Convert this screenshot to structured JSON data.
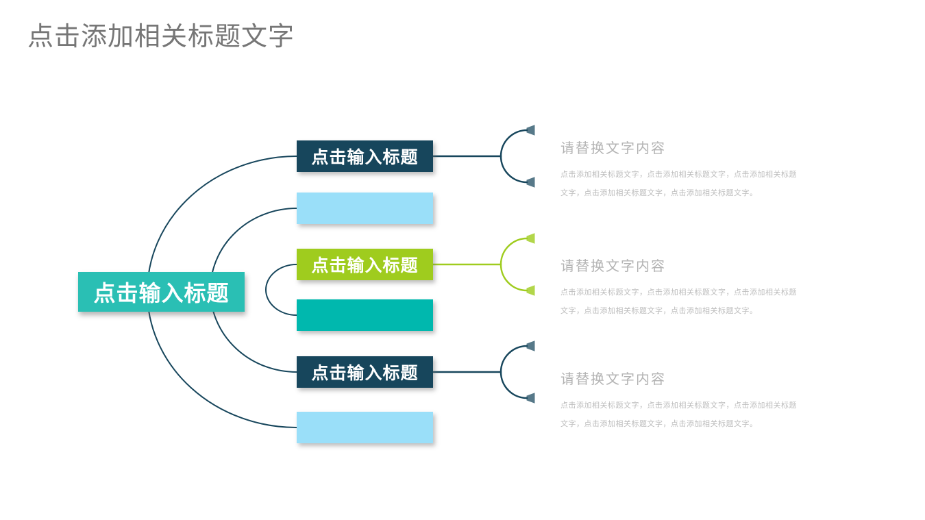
{
  "slide": {
    "title": "点击添加相关标题文字"
  },
  "center_node": {
    "label": "点击输入标题"
  },
  "branch_boxes": [
    {
      "label": "点击输入标题",
      "style": "navy"
    },
    {
      "label": "",
      "style": "lightblue"
    },
    {
      "label": "点击输入标题",
      "style": "green"
    },
    {
      "label": "",
      "style": "teal"
    },
    {
      "label": "点击输入标题",
      "style": "navy"
    },
    {
      "label": "",
      "style": "lightblue"
    }
  ],
  "text_blocks": [
    {
      "heading": "请替换文字内容",
      "body": "点击添加相关标题文字，点击添加相关标题文字，点击添加相关标题文字，点击添加相关标题文字，点击添加相关标题文字。"
    },
    {
      "heading": "请替换文字内容",
      "body": "点击添加相关标题文字，点击添加相关标题文字，点击添加相关标题文字，点击添加相关标题文字，点击添加相关标题文字。"
    },
    {
      "heading": "请替换文字内容",
      "body": "点击添加相关标题文字，点击添加相关标题文字，点击添加相关标题文字，点击添加相关标题文字，点击添加相关标题文字。"
    }
  ],
  "colors": {
    "navy": "#17465C",
    "green": "#9FCC1E",
    "lightblue": "#9ADFF9",
    "teal": "#00B8AE",
    "center_teal": "#2ABFB4",
    "title_gray": "#767676",
    "heading_gray": "#B3B3B3",
    "body_gray": "#BDBDBD"
  }
}
